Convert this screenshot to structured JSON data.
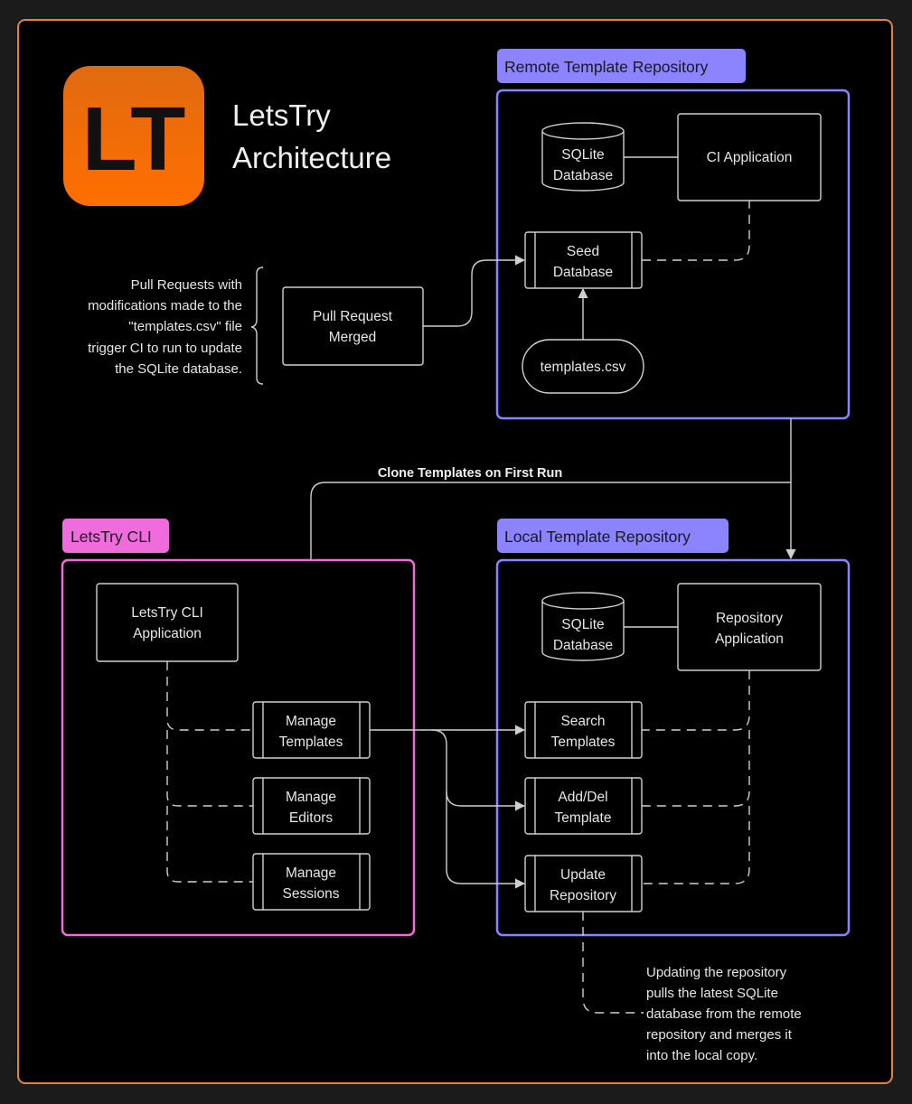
{
  "title": {
    "line1": "LetsTry",
    "line2": "Architecture"
  },
  "logo": {
    "text": "LT",
    "color_top": "#f07a1a",
    "color_bottom": "#ff6a00"
  },
  "colors": {
    "frame": "#e8803a",
    "remote": "#8b83ff",
    "local": "#8b83ff",
    "cli": "#f06bdc",
    "stroke": "#cfcfcf"
  },
  "groups": {
    "remote": {
      "label": "Remote Template Repository"
    },
    "local": {
      "label": "Local Template Repository"
    },
    "cli": {
      "label": "LetsTry CLI"
    }
  },
  "nodes": {
    "remote_db": [
      "SQLite",
      "Database"
    ],
    "ci_app": [
      "CI Application"
    ],
    "seed_db": [
      "Seed",
      "Database"
    ],
    "templates_csv": [
      "templates.csv"
    ],
    "pr_merged": [
      "Pull Request",
      "Merged"
    ],
    "local_db": [
      "SQLite",
      "Database"
    ],
    "repo_app": [
      "Repository",
      "Application"
    ],
    "search_templates": [
      "Search",
      "Templates"
    ],
    "add_del_template": [
      "Add/Del",
      "Template"
    ],
    "update_repository": [
      "Update",
      "Repository"
    ],
    "cli_app": [
      "LetsTry CLI",
      "Application"
    ],
    "manage_templates": [
      "Manage",
      "Templates"
    ],
    "manage_editors": [
      "Manage",
      "Editors"
    ],
    "manage_sessions": [
      "Manage",
      "Sessions"
    ]
  },
  "edges": {
    "clone": "Clone Templates on First Run"
  },
  "notes": {
    "pr": [
      "Pull Requests with",
      "modifications made to the",
      "\"templates.csv\"  file",
      "trigger CI to run to update",
      "the SQLite database."
    ],
    "update": [
      "Updating the repository",
      "pulls the latest SQLite",
      "database from the remote",
      "repository and merges it",
      "into the local copy."
    ]
  }
}
